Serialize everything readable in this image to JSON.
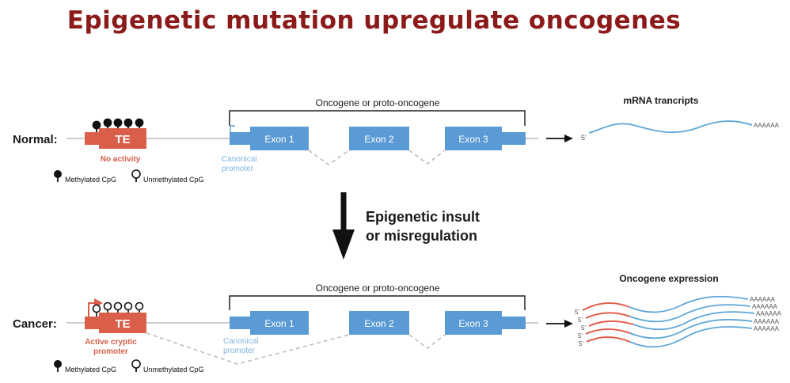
{
  "title": "Epigenetic mutation upregulate oncogenes",
  "colors": {
    "title": "#8b1a1a",
    "te_block": "#d95f4a",
    "exon": "#5b9bd5",
    "promoter_text": "#7fb3de",
    "gene_line": "#cfcfcf",
    "mrna_blue": "#5ea6d8",
    "mrna_red": "#e0604e",
    "text_dark": "#1a1a1a"
  },
  "normal": {
    "row_label": "Normal:",
    "te_label": "TE",
    "te_status": "No activity",
    "gene_bracket_label": "Oncogene or proto-oncogene",
    "exons": [
      "Exon 1",
      "Exon 2",
      "Exon 3"
    ],
    "promoter_label_line1": "Canonical",
    "promoter_label_line2": "promoter",
    "transcript_label": "mRNA trancripts",
    "five_prime": "5'",
    "poly_a": "AAAAAA",
    "legend_methylated": "Methylated CpG",
    "legend_unmethylated": "Unmethylated CpG"
  },
  "transition": {
    "line1": "Epigenetic insult",
    "line2": "or misregulation"
  },
  "cancer": {
    "row_label": "Cancer:",
    "te_label": "TE",
    "te_status_line1": "Active cryptic",
    "te_status_line2": "promoter",
    "gene_bracket_label": "Oncogene or proto-oncogene",
    "exons": [
      "Exon 1",
      "Exon 2",
      "Exon 3"
    ],
    "promoter_label_line1": "Canonical",
    "promoter_label_line2": "promoter",
    "transcript_label": "Oncogene expression",
    "five_prime": "5'",
    "poly_a": "AAAAAA",
    "legend_methylated": "Methylated CpG",
    "legend_unmethylated": "Unmethylated CpG"
  }
}
